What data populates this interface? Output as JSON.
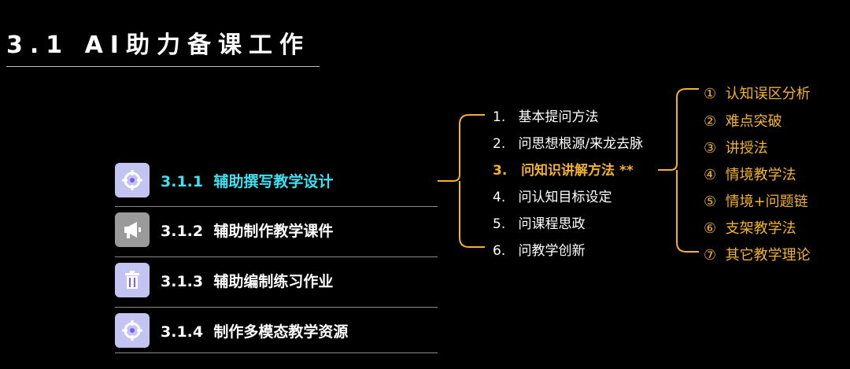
{
  "title": "3.1  AI助力备课工作",
  "sections": [
    {
      "number": "3.1.1",
      "label": "辅助撰写教学设计",
      "icon": "crosshair-icon",
      "active": true
    },
    {
      "number": "3.1.2",
      "label": "辅助制作教学课件",
      "icon": "megaphone-icon",
      "active": false
    },
    {
      "number": "3.1.3",
      "label": "辅助编制练习作业",
      "icon": "trash-icon",
      "active": false
    },
    {
      "number": "3.1.4",
      "label": "制作多模态教学资源",
      "icon": "crosshair-icon",
      "active": false
    }
  ],
  "methods": [
    {
      "num": "1.",
      "label": "基本提问方法",
      "suffix": "",
      "active": false
    },
    {
      "num": "2.",
      "label": "问思想根源/来龙去脉",
      "suffix": "",
      "active": false
    },
    {
      "num": "3.",
      "label": "问知识讲解方法",
      "suffix": "**",
      "active": true
    },
    {
      "num": "4.",
      "label": "问认知目标设定",
      "suffix": "",
      "active": false
    },
    {
      "num": "5.",
      "label": "问课程思政",
      "suffix": "",
      "active": false
    },
    {
      "num": "6.",
      "label": "问教学创新",
      "suffix": "",
      "active": false
    }
  ],
  "teaching_methods": [
    {
      "mark": "①",
      "label": "认知误区分析"
    },
    {
      "mark": "②",
      "label": "难点突破"
    },
    {
      "mark": "③",
      "label": "讲授法"
    },
    {
      "mark": "④",
      "label": "情境教学法"
    },
    {
      "mark": "⑤",
      "label": "情境+问题链"
    },
    {
      "mark": "⑥",
      "label": "支架教学法"
    },
    {
      "mark": "⑦",
      "label": "其它教学理论"
    }
  ],
  "colors": {
    "active_section": "#3fe0f2",
    "accent": "#f2b230",
    "icon_bg": "#c4c4f2",
    "icon_fg": "#7c5cf0"
  }
}
